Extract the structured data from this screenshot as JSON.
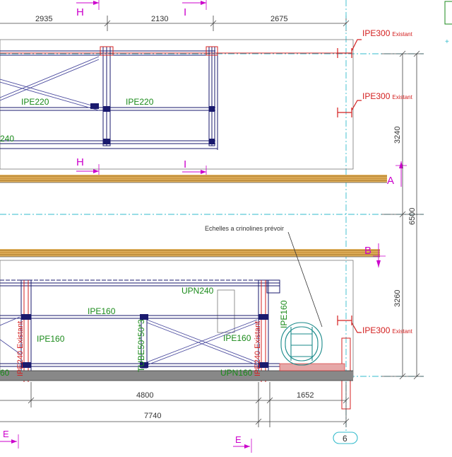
{
  "top_dimensions": [
    "2935",
    "2130",
    "2675"
  ],
  "section_marks": {
    "h": "H",
    "i": "I",
    "a": "A",
    "b": "B",
    "e": "E"
  },
  "beams": {
    "ipe220": "IPE220",
    "ipe160": "IPE160",
    "upn240": "UPN240",
    "upn160": "UPN160",
    "ipe240_short": "240",
    "ipe240_vertical": "IPE240 Existant",
    "tube": "TUBE50*50*3",
    "upn160_left": "60"
  },
  "existing": {
    "profile": "IPE300",
    "note": "Existant"
  },
  "right_dimensions": [
    "3240",
    "6500",
    "3260"
  ],
  "annotation": "Echelles a crinolines prévoir",
  "bottom_dimensions": [
    "4800",
    "1652",
    "7740"
  ],
  "axis_bubble": "6",
  "colors": {
    "structure": "#1a1a6e",
    "label_green": "#1a8a1a",
    "existing_red": "#d42020",
    "section_magenta": "#cc00cc",
    "axis_cyan": "#33bbcc",
    "timber": "#c8862a",
    "floor": "#555555"
  }
}
